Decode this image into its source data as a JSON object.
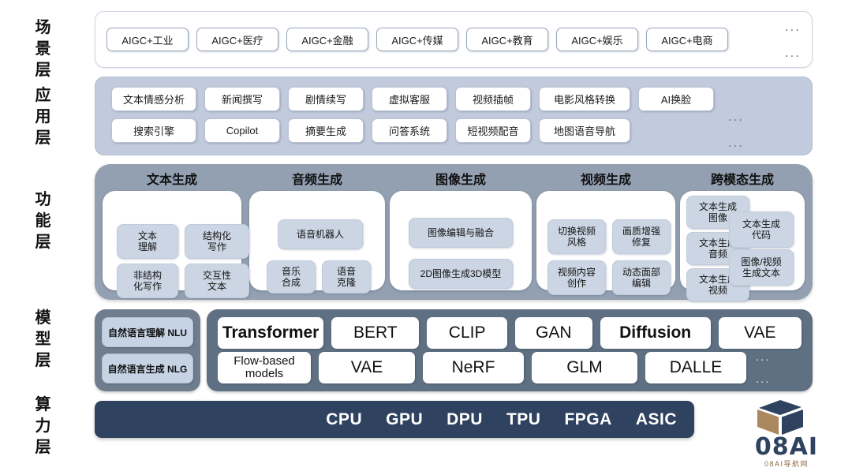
{
  "layers": [
    {
      "key": "scene",
      "label": "场景层"
    },
    {
      "key": "application",
      "label": "应用层"
    },
    {
      "key": "function",
      "label": "功能层"
    },
    {
      "key": "model",
      "label": "模型层"
    },
    {
      "key": "compute",
      "label": "算力层"
    }
  ],
  "scene": {
    "label": "场景层",
    "items": [
      "AIGC+工业",
      "AIGC+医疗",
      "AIGC+金融",
      "AIGC+传媒",
      "AIGC+教育",
      "AIGC+娱乐",
      "AIGC+电商"
    ],
    "ellipsis": [
      "...",
      "..."
    ]
  },
  "application": {
    "label": "应用层",
    "row1": [
      "文本情感分析",
      "新闻撰写",
      "剧情续写",
      "虚拟客服",
      "视频插帧",
      "电影风格转换",
      "AI换脸"
    ],
    "row2": [
      "搜索引擎",
      "Copilot",
      "摘要生成",
      "问答系统",
      "短视频配音",
      "地图语音导航"
    ],
    "ellipsis": [
      "...",
      "..."
    ]
  },
  "function": {
    "label": "功能层",
    "columns": [
      {
        "title": "文本生成",
        "items": [
          "文本\n理解",
          "结构化\n写作",
          "非结构\n化写作",
          "交互性\n文本"
        ]
      },
      {
        "title": "音频生成",
        "items": [
          "语音机器人",
          "音乐\n合成",
          "语音\n克隆"
        ]
      },
      {
        "title": "图像生成",
        "items": [
          "图像编辑与融合",
          "2D图像生成3D模型"
        ]
      },
      {
        "title": "视频生成",
        "items": [
          "切换视频\n风格",
          "画质增强\n修复",
          "视频内容\n创作",
          "动态面部\n编辑"
        ]
      },
      {
        "title": "跨模态生成",
        "items": [
          "文本生成\n图像",
          "文本生成\n音频",
          "文本生成\n视频",
          "文本生成\n代码",
          "图像/视频\n生成文本"
        ]
      }
    ]
  },
  "model": {
    "label": "模型层",
    "language": [
      "自然语言理解 NLU",
      "自然语言生成 NLG"
    ],
    "row1": [
      "Transformer",
      "BERT",
      "CLIP",
      "GAN",
      "Diffusion",
      "VAE"
    ],
    "row1_bold": [
      "Transformer",
      "Diffusion"
    ],
    "row2": [
      "Flow-based models",
      "VAE",
      "NeRF",
      "GLM",
      "DALLE"
    ],
    "ellipsis": [
      "...",
      "..."
    ]
  },
  "compute": {
    "label": "算力层",
    "items": [
      "CPU",
      "GPU",
      "DPU",
      "TPU",
      "FPGA",
      "ASIC"
    ]
  },
  "logo": {
    "name": "08AI",
    "subtitle": "08AI导航网",
    "cube_color_dark": "#2f4260",
    "cube_color_tan": "#a9875f"
  },
  "colors": {
    "scene_bg": "#ffffff",
    "application_bg": "#c2cadd",
    "function_bg": "#92a0b2",
    "model_left_bg": "#6f7d8f",
    "model_right_bg": "#5f7083",
    "compute_bg": "#2f4260",
    "chip_soft": "#cbd5e3",
    "chip_nl": "#c6d3e4"
  }
}
